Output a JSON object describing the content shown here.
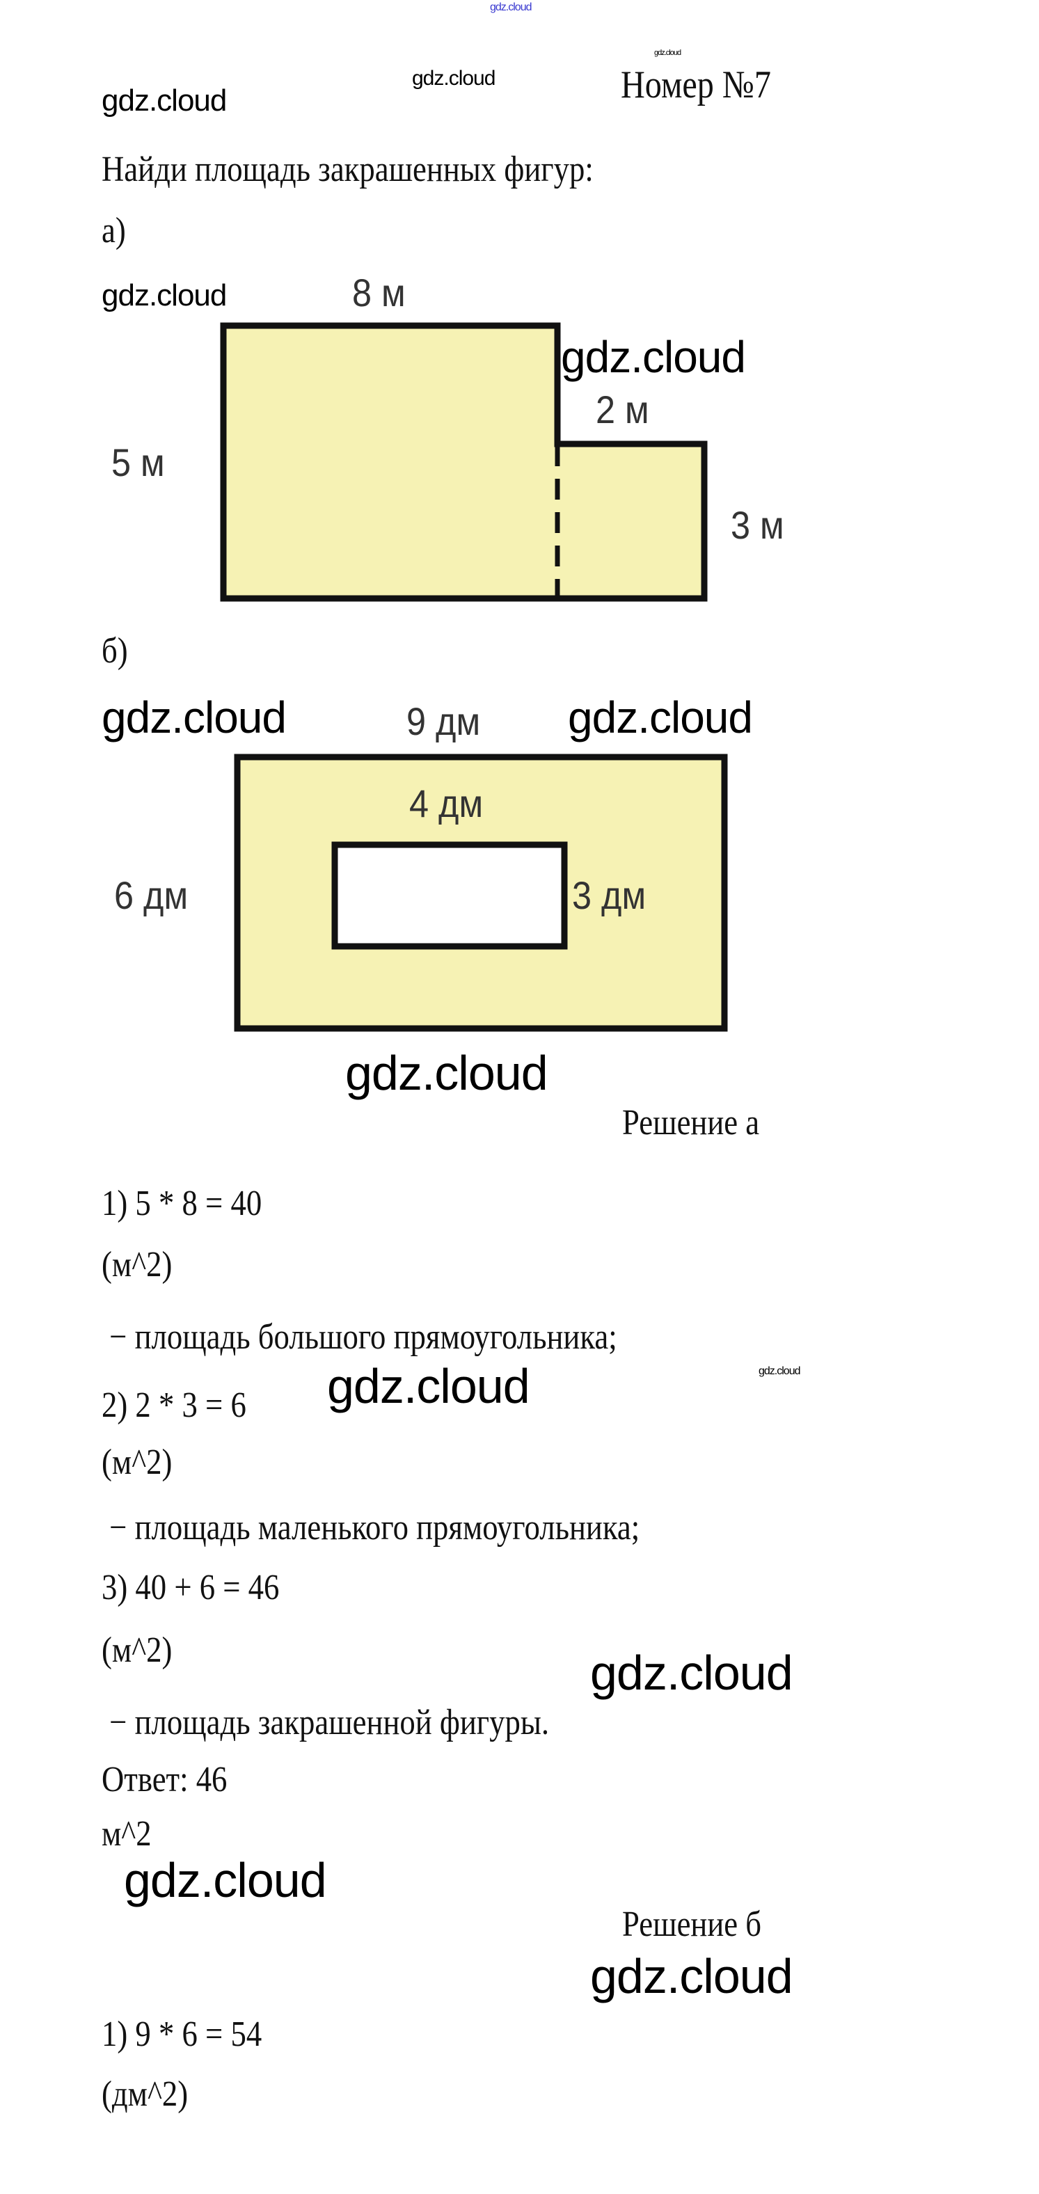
{
  "watermarks": {
    "top_small": "gdz.cloud",
    "header_left": "gdz.cloud",
    "header_center": "gdz.cloud",
    "header_tiny": "gdz.cloud",
    "fig_a_left": "gdz.cloud",
    "fig_a_right": "gdz.cloud",
    "fig_b_left": "gdz.cloud",
    "fig_b_right": "gdz.cloud",
    "fig_b_bottom": "gdz.cloud",
    "sol_a_tiny": "gdz.cloud",
    "sol_a_mid": "gdz.cloud",
    "sol_a_right": "gdz.cloud",
    "answer_below": "gdz.cloud",
    "sol_b_right": "gdz.cloud"
  },
  "header": {
    "number": "Номер №7"
  },
  "task": {
    "prompt": "Найди площадь закрашенных фигур:",
    "part_a": "а)",
    "part_b": "б)"
  },
  "figure_a": {
    "fill_color": "#f6f2b4",
    "top_label": "8 м",
    "left_label": "5 м",
    "step_label": "2 м",
    "right_label": "3 м"
  },
  "figure_b": {
    "fill_color": "#f6f2b4",
    "top_label": "9 дм",
    "inner_top_label": "4 дм",
    "left_label": "6 дм",
    "inner_right_label": "3 дм"
  },
  "solution_a": {
    "title": "Решение а",
    "lines": [
      "1) 5 * 8 = 40",
      "(м^2)",
      " − площадь большого прямоугольника;",
      "2) 2 * 3 = 6",
      "(м^2)",
      " − площадь маленького прямоугольника;",
      "3) 40 + 6 = 46",
      "(м^2)",
      " − площадь закрашенной фигуры.",
      "Ответ: 46",
      "м^2"
    ]
  },
  "solution_b": {
    "title": "Решение б",
    "lines": [
      "1) 9 * 6 = 54",
      "(дм^2)"
    ]
  }
}
